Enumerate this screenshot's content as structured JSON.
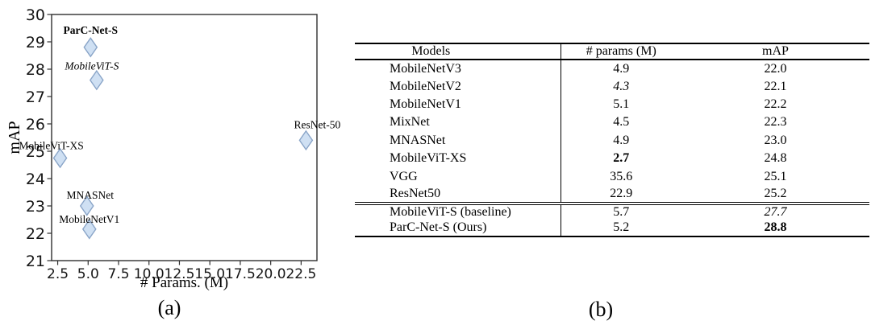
{
  "chart_data": [
    {
      "type": "scatter",
      "caption": "(a)",
      "xlabel": "# Params. (M)",
      "ylabel": "mAP",
      "xlim": [
        2.0,
        23.8
      ],
      "ylim": [
        21,
        30
      ],
      "x_ticks": [
        "2.5",
        "5.0",
        "7.5",
        "10.0",
        "12.5",
        "15.0",
        "17.5",
        "20.0",
        "22.5"
      ],
      "y_ticks": [
        "21",
        "22",
        "23",
        "24",
        "25",
        "26",
        "27",
        "28",
        "29",
        "30"
      ],
      "grid": false,
      "legend": "none",
      "marker": "thin-diamond",
      "marker_fill": "#cfe0f3",
      "marker_stroke": "#8aa5c8",
      "points": [
        {
          "label": "ParC-Net-S",
          "x": 5.2,
          "y": 28.8,
          "label_style": "bold",
          "label_dx": 0,
          "label_dy": -17,
          "label_anchor": "middle"
        },
        {
          "label": "MobileViT-S",
          "x": 5.7,
          "y": 27.6,
          "label_style": "italic",
          "label_dx": -6,
          "label_dy": -13,
          "label_anchor": "middle"
        },
        {
          "label": "MobileViT-XS",
          "x": 2.7,
          "y": 24.75,
          "label_style": "normal",
          "label_dx": -11,
          "label_dy": -11,
          "label_anchor": "start"
        },
        {
          "label": "MNASNet",
          "x": 4.9,
          "y": 23.0,
          "label_style": "normal",
          "label_dx": 4,
          "label_dy": -9,
          "label_anchor": "middle"
        },
        {
          "label": "MobileNetV1",
          "x": 5.1,
          "y": 22.15,
          "label_style": "normal",
          "label_dx": 0,
          "label_dy": -8,
          "label_anchor": "middle"
        },
        {
          "label": "ResNet-50",
          "x": 22.9,
          "y": 25.4,
          "label_style": "normal",
          "label_dx": 14,
          "label_dy": -15,
          "label_anchor": "end"
        }
      ]
    },
    {
      "type": "table",
      "caption": "(b)",
      "columns": [
        "Models",
        "# params (M)",
        "mAP"
      ],
      "rows": [
        {
          "model": "MobileNetV3",
          "params": "4.9",
          "params_style": "normal",
          "map": "22.0",
          "map_style": "normal",
          "section": "main"
        },
        {
          "model": "MobileNetV2",
          "params": "4.3",
          "params_style": "italic",
          "map": "22.1",
          "map_style": "normal",
          "section": "main"
        },
        {
          "model": "MobileNetV1",
          "params": "5.1",
          "params_style": "normal",
          "map": "22.2",
          "map_style": "normal",
          "section": "main"
        },
        {
          "model": "MixNet",
          "params": "4.5",
          "params_style": "normal",
          "map": "22.3",
          "map_style": "normal",
          "section": "main"
        },
        {
          "model": "MNASNet",
          "params": "4.9",
          "params_style": "normal",
          "map": "23.0",
          "map_style": "normal",
          "section": "main"
        },
        {
          "model": "MobileViT-XS",
          "params": "2.7",
          "params_style": "bold",
          "map": "24.8",
          "map_style": "normal",
          "section": "main"
        },
        {
          "model": "VGG",
          "params": "35.6",
          "params_style": "normal",
          "map": "25.1",
          "map_style": "normal",
          "section": "main"
        },
        {
          "model": "ResNet50",
          "params": "22.9",
          "params_style": "normal",
          "map": "25.2",
          "map_style": "normal",
          "section": "main"
        },
        {
          "model": "MobileViT-S (baseline)",
          "params": "5.7",
          "params_style": "normal",
          "map": "27.7",
          "map_style": "italic",
          "section": "highlight",
          "rule_above": true
        },
        {
          "model": "ParC-Net-S (Ours)",
          "params": "5.2",
          "params_style": "normal",
          "map": "28.8",
          "map_style": "bold",
          "section": "highlight"
        }
      ]
    }
  ]
}
